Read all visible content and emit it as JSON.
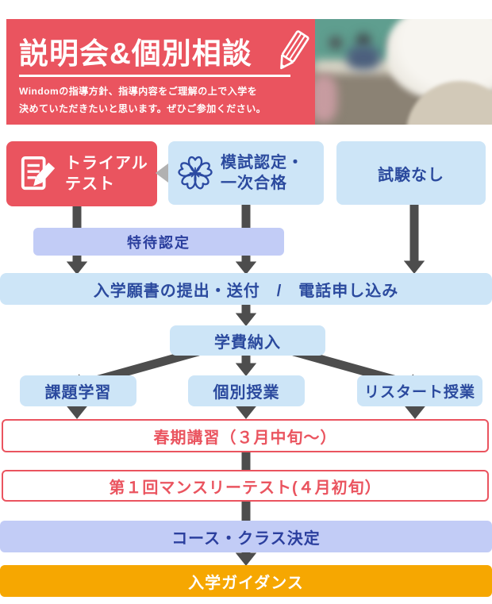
{
  "header": {
    "title": "説明会&個別相談",
    "description_line1": "Windomの指導方針、指導内容をご理解の上で入学を",
    "description_line2": "決めていただきたいと思います。ぜひご参加ください。"
  },
  "flow": {
    "trial": {
      "line1": "トライアル",
      "line2": "テスト"
    },
    "mock": {
      "line1": "模試認定・",
      "line2": "一次合格"
    },
    "no_exam": {
      "label": "試験なし"
    },
    "tokutai": {
      "label": "特待認定"
    },
    "application": {
      "label": "入学願書の提出・送付　/　電話申し込み"
    },
    "tuition": {
      "label": "学費納入"
    },
    "kadai": {
      "label": "課題学習"
    },
    "kobetsu": {
      "label": "個別授業"
    },
    "restart": {
      "label": "リスタート授業"
    },
    "spring": {
      "label": "春期講習（３月中旬～）"
    },
    "monthly": {
      "label": "第１回マンスリーテスト(４月初旬）"
    },
    "course": {
      "label": "コース・クラス決定"
    },
    "guidance": {
      "label": "入学ガイダンス"
    }
  },
  "icons": {
    "banner_pencil": "pencil-icon",
    "trial_doc": "document-pencil-icon",
    "mock_flower": "sakura-icon"
  },
  "colors": {
    "red": "#ea545f",
    "light_blue": "#cde5f7",
    "lavender": "#c2ccf6",
    "orange": "#f6a701",
    "blue_text": "#2b4a9e",
    "arrow_dark": "#4d4d4d",
    "arrow_light": "#b1b1b1",
    "chalkboard_green": "#5f9e8f"
  }
}
